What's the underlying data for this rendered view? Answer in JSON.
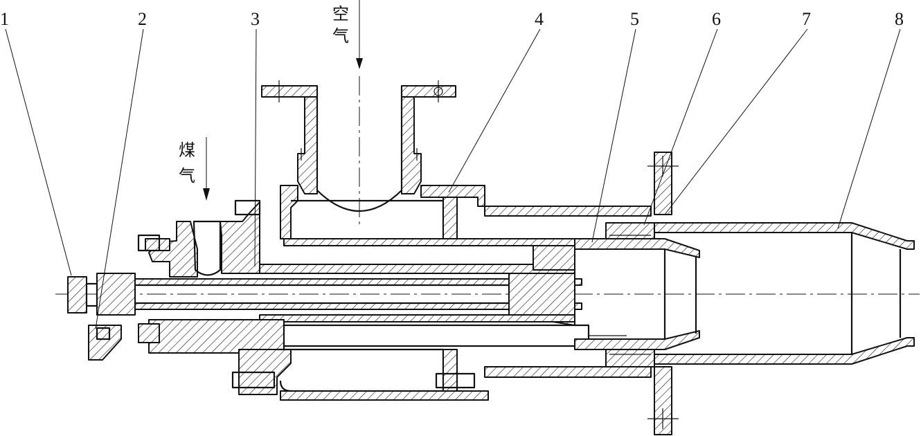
{
  "labels": {
    "air_line1": "空",
    "air_line2": "气",
    "gas_line1": "煤",
    "gas_line2": "气"
  },
  "part_numbers": [
    {
      "id": "1"
    },
    {
      "id": "2"
    },
    {
      "id": "3"
    },
    {
      "id": "4"
    },
    {
      "id": "5"
    },
    {
      "id": "6"
    },
    {
      "id": "7"
    },
    {
      "id": "8"
    }
  ],
  "colors": {
    "line": "#111111",
    "background": "#ffffff"
  }
}
